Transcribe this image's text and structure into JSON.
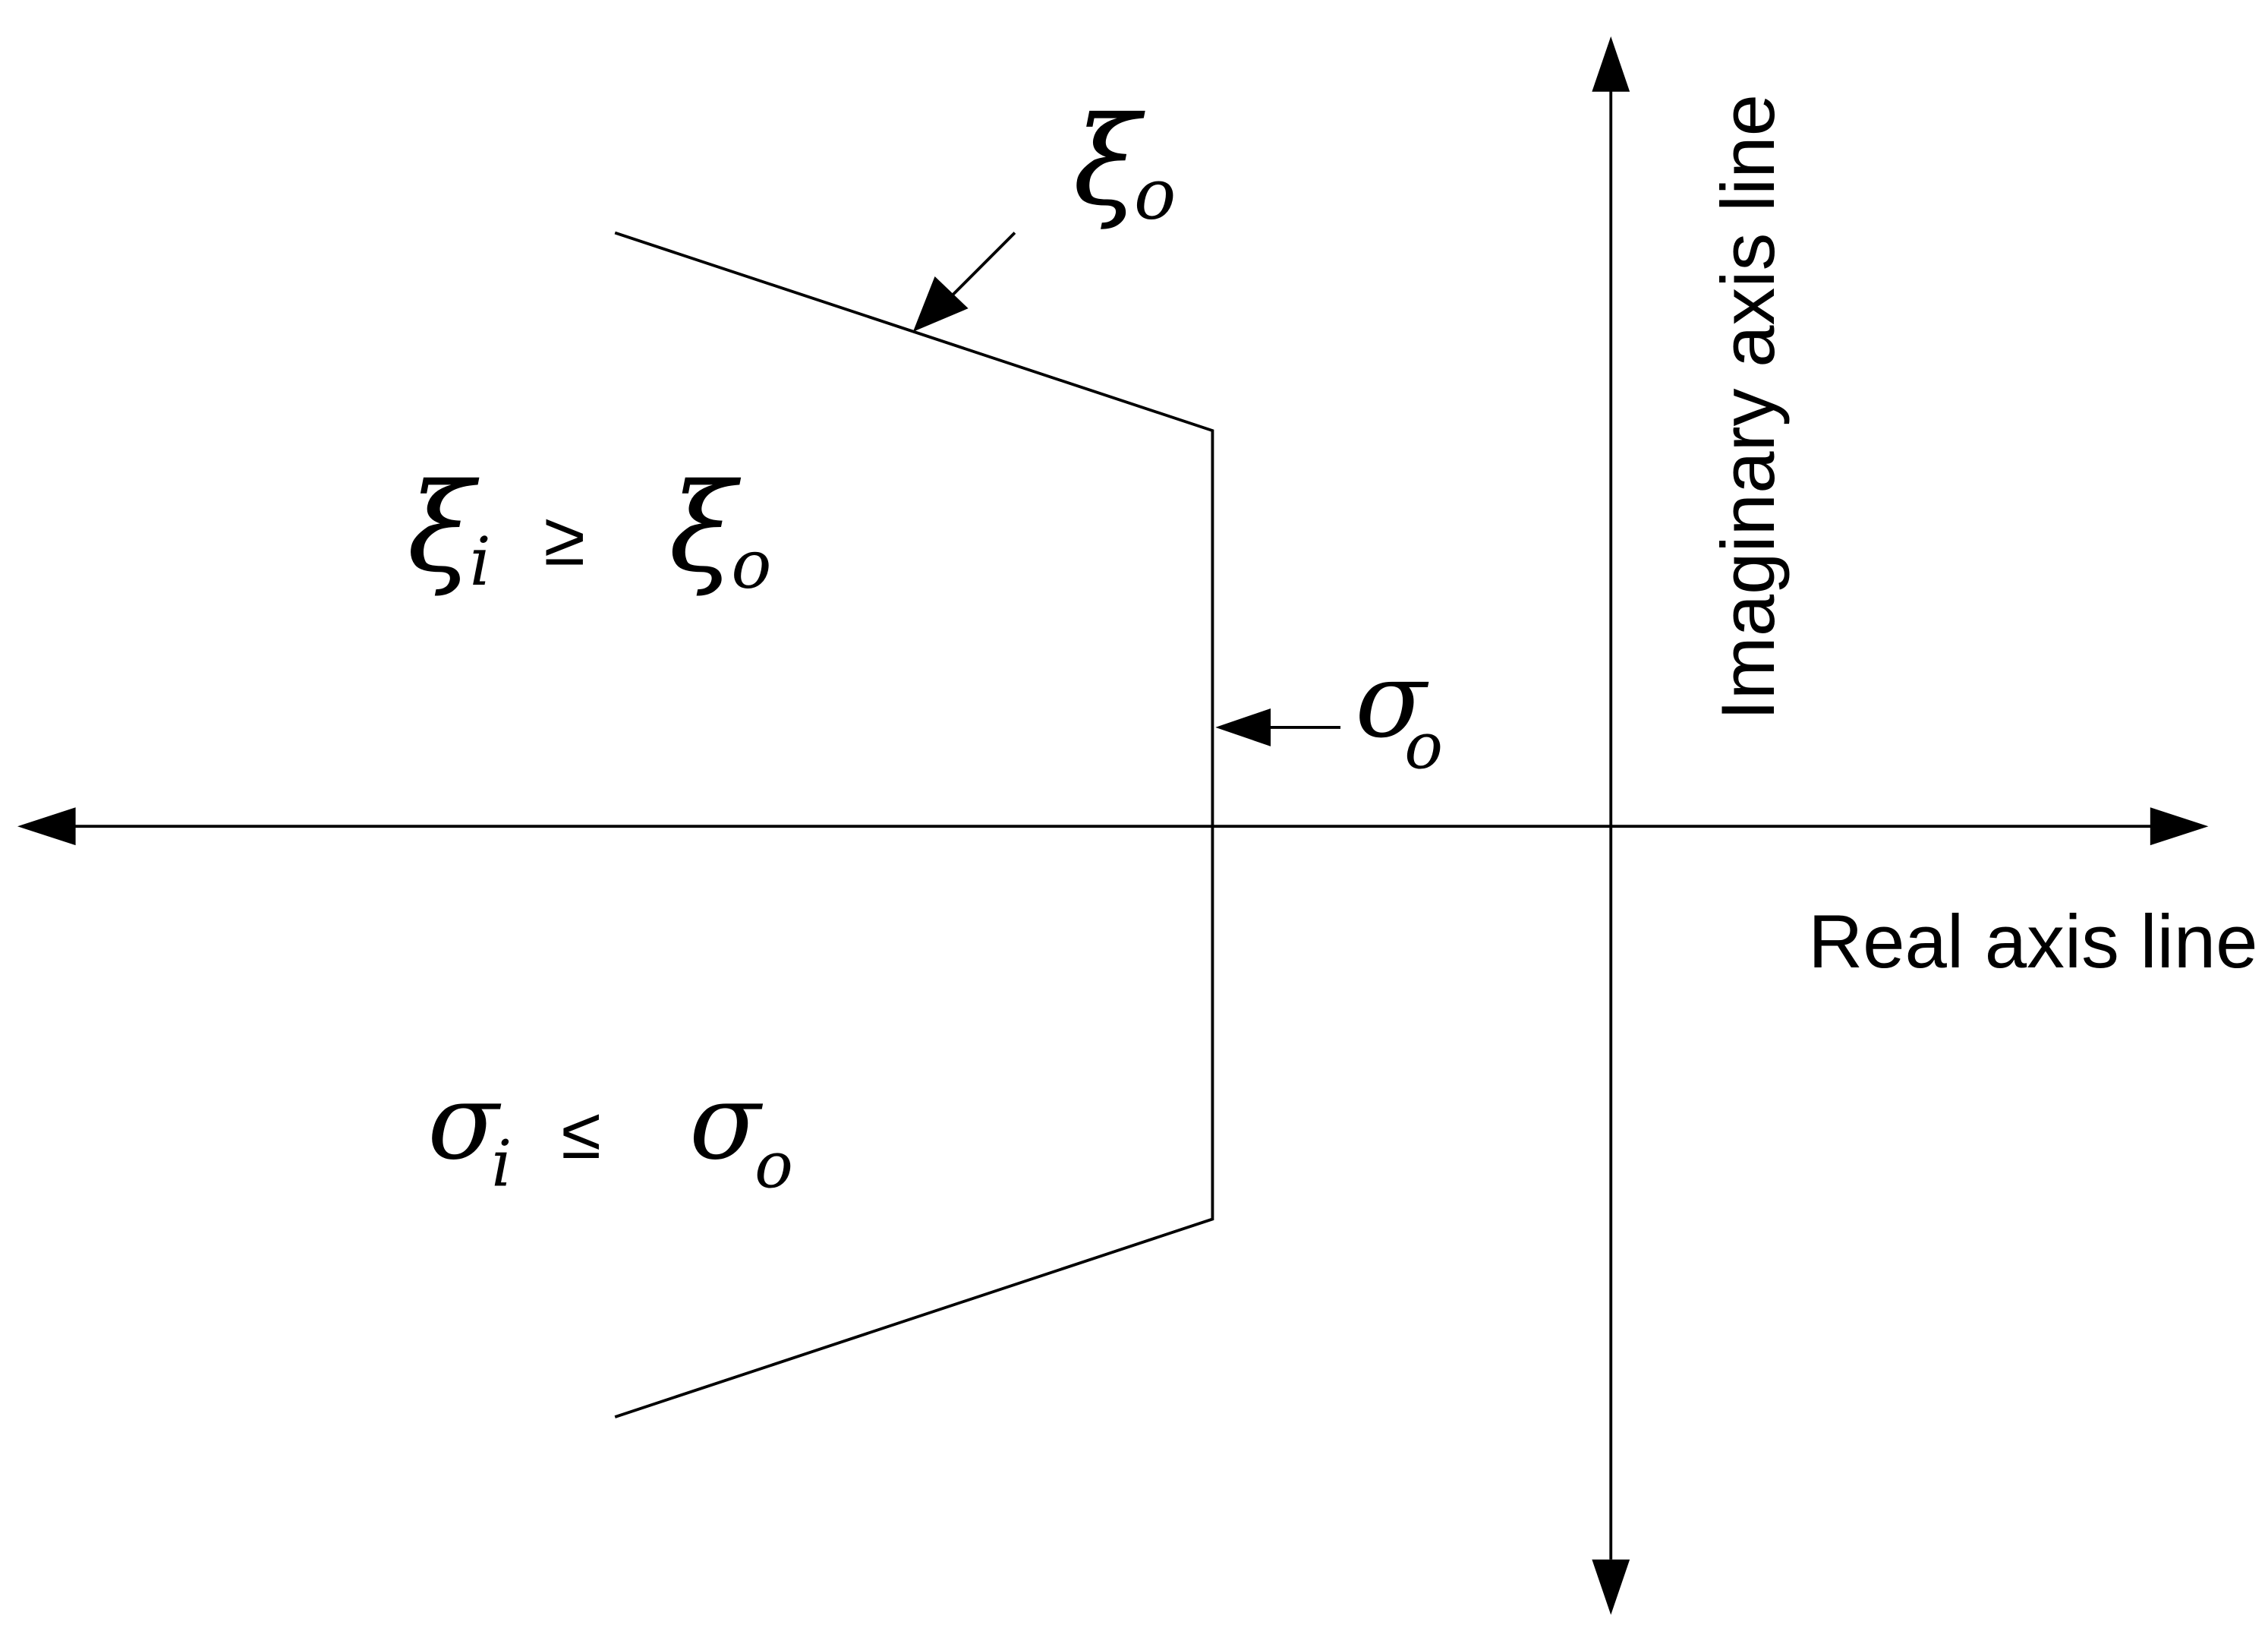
{
  "labels": {
    "real_axis": "Real axis line",
    "imaginary_axis": "Imaginary axis line"
  },
  "symbols": {
    "xi": "ξ",
    "sigma": "σ",
    "sub_o": "o",
    "sub_i": "i",
    "geq": "≥",
    "leq": "≤"
  }
}
